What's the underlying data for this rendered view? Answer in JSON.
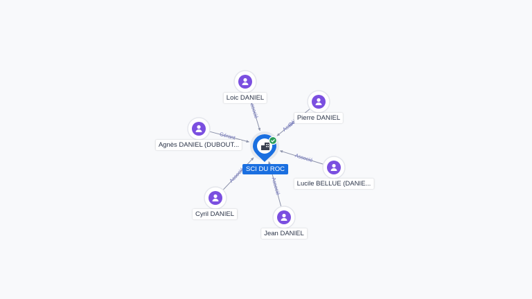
{
  "center": {
    "label": "SCI DU ROC",
    "icon": "building-icon",
    "badge_icon": "check-icon",
    "color": "#1a6fe0",
    "badge_color": "#2a9d5a"
  },
  "person_color": "#7b4fe0",
  "edge_color": "#8a90a8",
  "edge_label_color": "#6b6fb8",
  "nodes": [
    {
      "id": "loic",
      "label": "Loic DANIEL",
      "edges": [
        "Associé"
      ]
    },
    {
      "id": "pierre",
      "label": "Pierre DANIEL",
      "edges": [
        "Gérant",
        "Associé"
      ]
    },
    {
      "id": "agnes",
      "label": "Agnès DANIEL (DUBOUT...",
      "edges": [
        "Gérant"
      ]
    },
    {
      "id": "lucile",
      "label": "Lucile BELLUE (DANIE...",
      "edges": [
        "Associé"
      ]
    },
    {
      "id": "cyril",
      "label": "Cyril DANIEL",
      "edges": [
        "Associé"
      ]
    },
    {
      "id": "jean",
      "label": "Jean DANIEL",
      "edges": [
        "Associé"
      ]
    }
  ]
}
